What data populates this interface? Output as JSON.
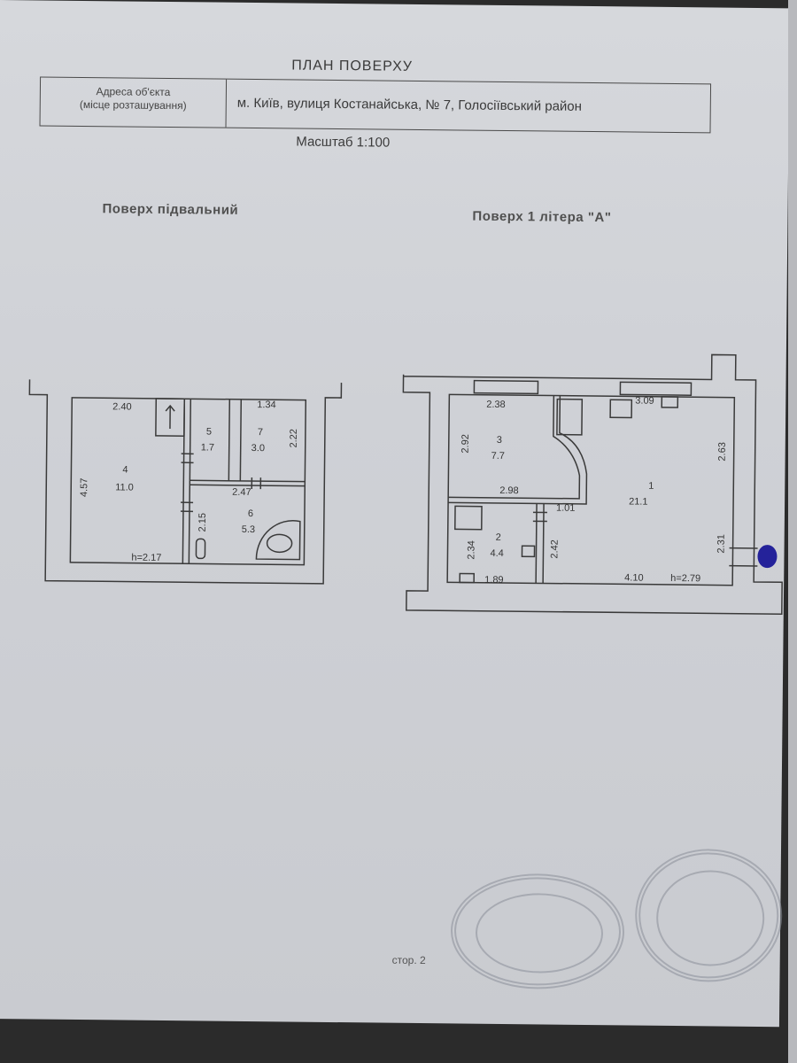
{
  "document": {
    "title": "ПЛАН ПОВЕРХУ",
    "address_label_line1": "Адреса об'єкта",
    "address_label_line2": "(місце розташування)",
    "address_value": "м. Київ, вулиця Костанайська, № 7, Голосіївський район",
    "scale": "Масштаб 1:100",
    "page": "стор. 2"
  },
  "basement": {
    "title": "Поверх підвальний",
    "dims": {
      "top_left": "2.40",
      "top_right": "1.34",
      "left_height": "4.57",
      "mid": "2.47",
      "right_h": "2.22",
      "bath_h": "2.15",
      "ceiling": "h=2.17"
    },
    "rooms": [
      {
        "num": "4",
        "area": "11.0"
      },
      {
        "num": "5",
        "area": "1.7"
      },
      {
        "num": "7",
        "area": "3.0"
      },
      {
        "num": "6",
        "area": "5.3"
      }
    ]
  },
  "floor1": {
    "title": "Поверх 1 літера \"А\"",
    "dims": {
      "top_left": "2.38",
      "top_right": "3.09",
      "left_height": "2.92",
      "right_height": "2.63",
      "mid_width": "2.98",
      "step": "1.01",
      "wc_h": "2.34",
      "wc_h2": "2.42",
      "wc_w": "1.89",
      "bottom": "4.10",
      "right_low": "2.31",
      "ceiling": "h=2.79"
    },
    "rooms": [
      {
        "num": "3",
        "area": "7.7"
      },
      {
        "num": "1",
        "area": "21.1"
      },
      {
        "num": "2",
        "area": "4.4"
      }
    ]
  },
  "colors": {
    "paper": "#d2d4d8",
    "ink": "#3a3a3a",
    "stamp": "#8b8f99",
    "pen_dot": "#24229a"
  }
}
